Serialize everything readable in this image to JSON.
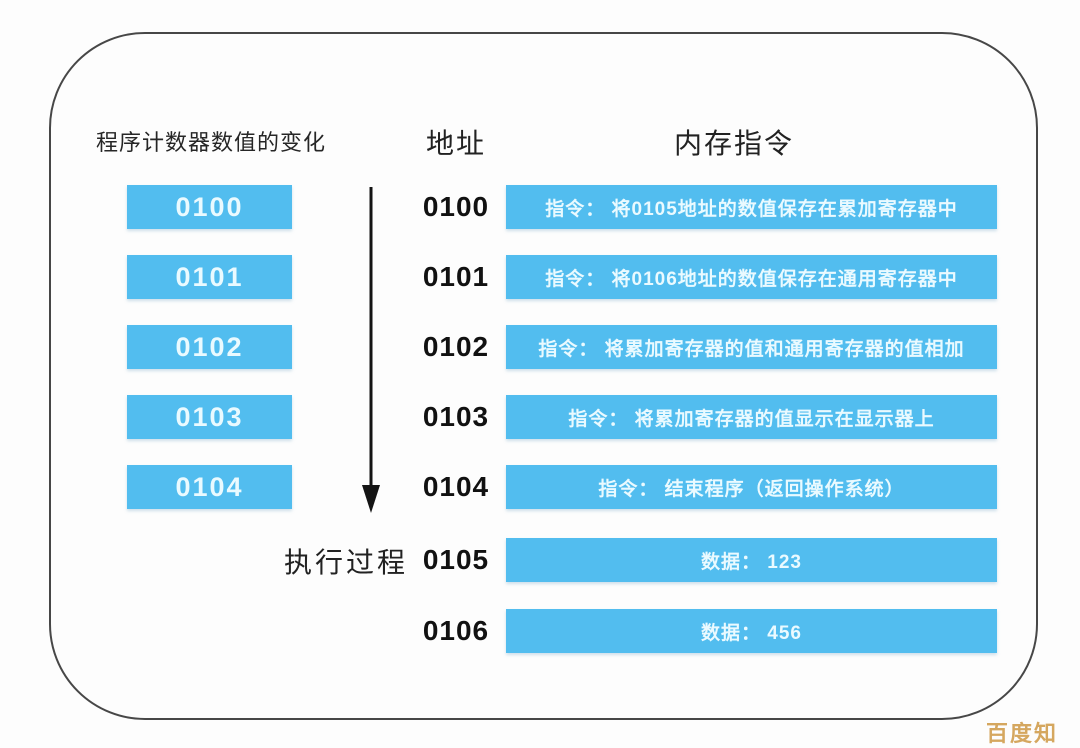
{
  "diagram": {
    "left_column": {
      "title": "程序计数器数值的变化",
      "pc_values": [
        "0100",
        "0101",
        "0102",
        "0103",
        "0104"
      ],
      "arrow_label": "执行过程"
    },
    "memory_table": {
      "address_header": "地址",
      "instruction_header": "内存指令",
      "rows": [
        {
          "address": "0100",
          "content": "指令： 将0105地址的数值保存在累加寄存器中"
        },
        {
          "address": "0101",
          "content": "指令： 将0106地址的数值保存在通用寄存器中"
        },
        {
          "address": "0102",
          "content": "指令： 将累加寄存器的值和通用寄存器的值相加"
        },
        {
          "address": "0103",
          "content": "指令： 将累加寄存器的值显示在显示器上"
        },
        {
          "address": "0104",
          "content": "指令： 结束程序（返回操作系统）"
        },
        {
          "address": "0105",
          "content": "数据： 123"
        },
        {
          "address": "0106",
          "content": "数据： 456"
        }
      ]
    },
    "watermark": "百度知道",
    "colors": {
      "box_blue": "#52bdef",
      "box_text": "#eafaff",
      "watermark": "#d5a75f"
    }
  }
}
